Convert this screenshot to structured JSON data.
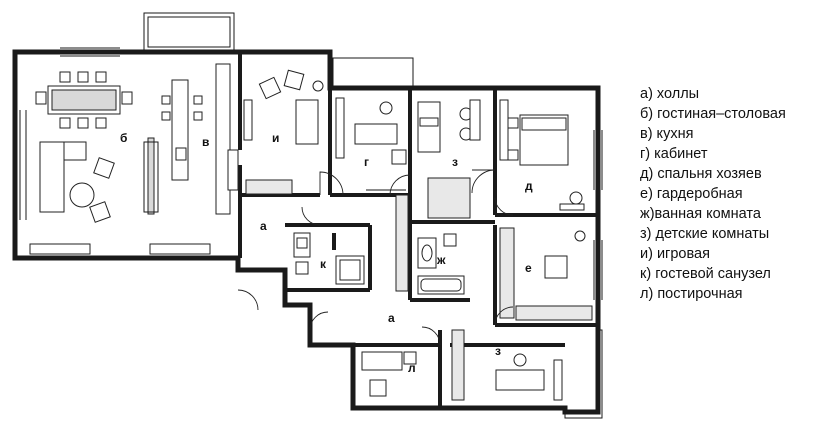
{
  "rooms": {
    "a1": "а",
    "a2": "а",
    "b": "б",
    "v": "в",
    "g": "г",
    "d": "д",
    "e": "е",
    "zh": "ж",
    "z1": "з",
    "z2": "з",
    "i": "и",
    "k": "к",
    "l": "л"
  },
  "legend": [
    "а) холлы",
    "б) гостиная–столовая",
    "в) кухня",
    "г) кабинет",
    "д) спальня хозяев",
    "е) гардеробная",
    "ж)ванная комната",
    "з) детские комнаты",
    "и) игровая",
    "к) гостевой санузел",
    "л) постирочная"
  ]
}
